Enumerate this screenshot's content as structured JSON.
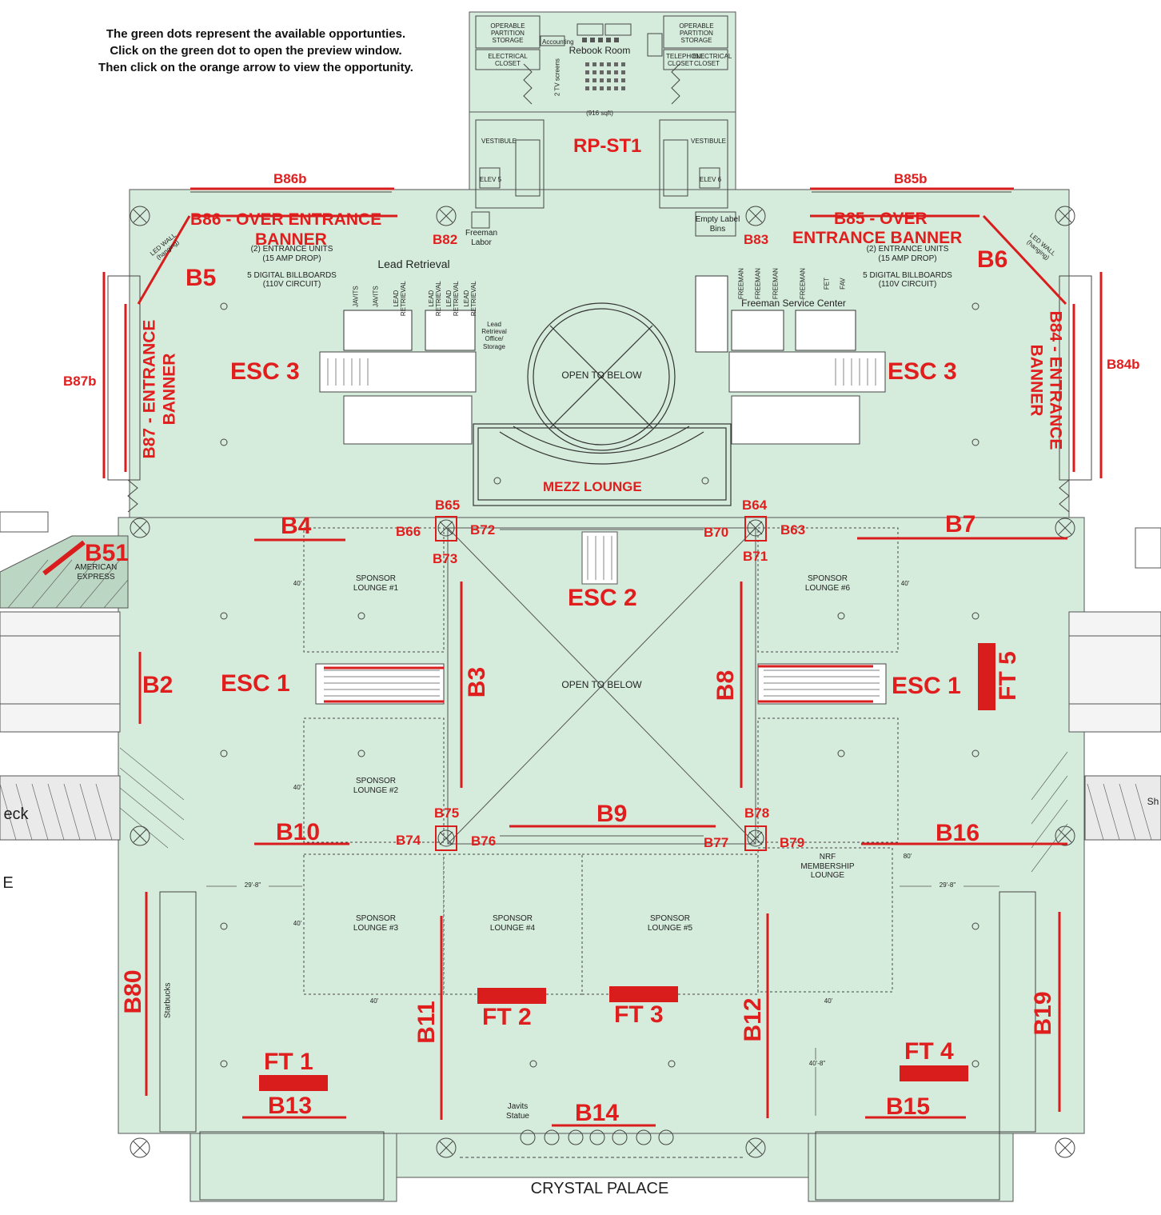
{
  "instructions": [
    "The green dots represent the available opportunties.",
    "Click on the green dot to open the preview window.",
    "Then click on the orange arrow to view the opportunity."
  ],
  "colors": {
    "floor": "#d5ecdc",
    "accent": "#e01e1e",
    "line": "#444444"
  },
  "rooms": {
    "rebook_room": "Rebook Room",
    "rebook_sqft": "(916 sqft)",
    "operable_partition": "OPERABLE PARTITION STORAGE",
    "electrical_closet": "ELECTRICAL CLOSET",
    "telephone_closet": "TELEPHONE CLOSET",
    "vestibule": "VESTIBULE",
    "elev5": "ELEV 5",
    "elev6": "ELEV 6",
    "freeman_labor": "Freeman Labor",
    "empty_label_bins": "Empty Label Bins",
    "lead_retrieval": "Lead Retrieval",
    "lead_retrieval_storage": "Lead Retrieval Office/ Storage",
    "freeman_service_center": "Freeman Service Center",
    "open_to_below": "OPEN TO BELOW",
    "entrance_units": "(2) ENTRANCE UNITS",
    "amp_drop": "(15 AMP DROP)",
    "digital_billboards": "5 DIGITAL BILLBOARDS",
    "circuit": "(110V CIRCUIT)",
    "led_wall": "LED WALL (hanging)",
    "american_express": "AMERICAN EXPRESS",
    "sponsor_lounge_1": "SPONSOR LOUNGE #1",
    "sponsor_lounge_2": "SPONSOR LOUNGE #2",
    "sponsor_lounge_3": "SPONSOR LOUNGE #3",
    "sponsor_lounge_4": "SPONSOR LOUNGE #4",
    "sponsor_lounge_5": "SPONSOR LOUNGE #5",
    "sponsor_lounge_6": "SPONSOR LOUNGE #6",
    "nrf_lounge": "NRF MEMBERSHIP LOUNGE",
    "starbucks": "Starbucks",
    "javits_statue": "Javits Statue",
    "crystal_palace": "CRYSTAL PALACE",
    "check": "eck",
    "e": "E",
    "sh": "Sh",
    "tv_screens": "2 TV screens",
    "accounting": "Accounting",
    "javits_1": "JAVITS",
    "javits_2": "JAVITS",
    "lead_ret_1": "LEAD RETRIEVAL",
    "lead_ret_2": "LEAD RETRIEVAL",
    "lead_ret_3": "LEAD RETRIEVAL",
    "lead_ret_4": "LEAD RETRIEVAL",
    "freeman_1": "FREEMAN",
    "freeman_2": "FREEMAN",
    "freeman_3": "FREEMAN",
    "freeman_4": "FREEMAN",
    "fet": "FET",
    "fav": "FAV"
  },
  "dimensions": {
    "d40": "40'",
    "d80": "80'",
    "d29": "29'-8\"",
    "d40_8": "40'-8\""
  },
  "opportunities": {
    "rp_st1": "RP-ST1",
    "b86b": "B86b",
    "b85b": "B85b",
    "b86": "B86 - OVER ENTRANCE",
    "b86_banner": "BANNER",
    "b85": "B85 - OVER",
    "b85_banner": "ENTRANCE BANNER",
    "b82": "B82",
    "b83": "B83",
    "b5": "B5",
    "b6": "B6",
    "b87b": "B87b",
    "b87": "B87 - ENTRANCE",
    "b87_banner": "BANNER",
    "b84b": "B84b",
    "b84": "B84 - ENTRANCE",
    "b84_banner": "BANNER",
    "esc3_left": "ESC 3",
    "esc3_right": "ESC 3",
    "mezz_lounge": "MEZZ LOUNGE",
    "b65": "B65",
    "b64": "B64",
    "b66": "B66",
    "b72": "B72",
    "b70": "B70",
    "b63": "B63",
    "b73": "B73",
    "b71": "B71",
    "b4": "B4",
    "b7": "B7",
    "b51": "B51",
    "esc2": "ESC 2",
    "b2": "B2",
    "esc1_left": "ESC 1",
    "esc1_right": "ESC 1",
    "b3": "B3",
    "b8": "B8",
    "ft5": "FT 5",
    "b9": "B9",
    "b75": "B75",
    "b78": "B78",
    "b10": "B10",
    "b16": "B16",
    "b74": "B74",
    "b76": "B76",
    "b77": "B77",
    "b79": "B79",
    "b80": "B80",
    "b11": "B11",
    "ft2": "FT 2",
    "ft3": "FT 3",
    "b12": "B12",
    "b19": "B19",
    "ft1": "FT 1",
    "b13": "B13",
    "ft4": "FT 4",
    "b15": "B15",
    "b14": "B14"
  }
}
